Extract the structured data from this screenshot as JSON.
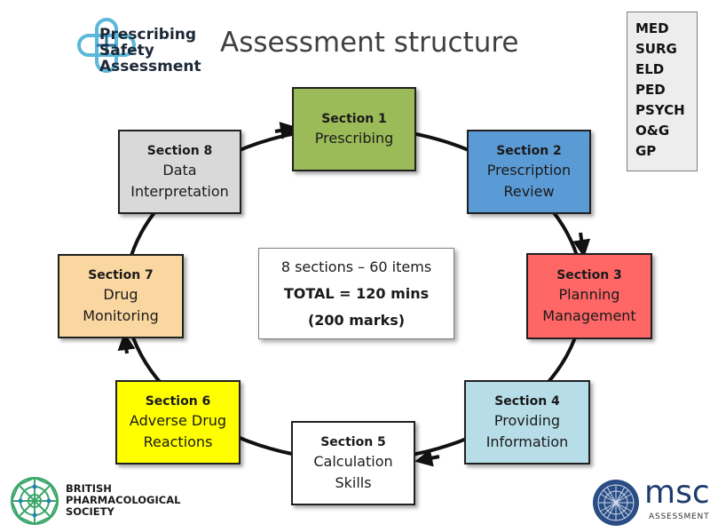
{
  "header": {
    "title": "Assessment structure",
    "psa_logo_lines": [
      "Prescribing",
      "Safety",
      "Assessment"
    ]
  },
  "specialties": [
    "MED",
    "SURG",
    "ELD",
    "PED",
    "PSYCH",
    "O&G",
    "GP"
  ],
  "sections": [
    {
      "num": "Section 1",
      "name_lines": [
        "Prescribing"
      ],
      "color": "#9bbb59"
    },
    {
      "num": "Section 2",
      "name_lines": [
        "Prescription",
        "Review"
      ],
      "color": "#5b9bd5"
    },
    {
      "num": "Section 3",
      "name_lines": [
        "Planning",
        "Management"
      ],
      "color": "#ff6666"
    },
    {
      "num": "Section 4",
      "name_lines": [
        "Providing",
        "Information"
      ],
      "color": "#b7dde8"
    },
    {
      "num": "Section 5",
      "name_lines": [
        "Calculation",
        "Skills"
      ],
      "color": "#ffffff"
    },
    {
      "num": "Section 6",
      "name_lines": [
        "Adverse Drug",
        "Reactions"
      ],
      "color": "#ffff00"
    },
    {
      "num": "Section 7",
      "name_lines": [
        "Drug",
        "Monitoring"
      ],
      "color": "#fad7a0"
    },
    {
      "num": "Section 8",
      "name_lines": [
        "Data",
        "Interpretation"
      ],
      "color": "#d9d9d9"
    }
  ],
  "summary": {
    "line1": "8 sections – 60 items",
    "line2": "TOTAL = 120 mins",
    "line3": "(200 marks)"
  },
  "footer": {
    "bps_lines": [
      "BRITISH",
      "PHARMACOLOGICAL",
      "SOCIETY"
    ],
    "msc_name": "msc",
    "msc_sub": "ASSESSMENT"
  },
  "colors": {
    "psa_blue": "#5bb8d9",
    "msc_blue": "#1d3b6e",
    "bps_green": "#3aa56a"
  },
  "icons": [
    "psa-logo-icon",
    "bps-logo-icon",
    "msc-logo-icon",
    "cycle-arrow-icon"
  ]
}
